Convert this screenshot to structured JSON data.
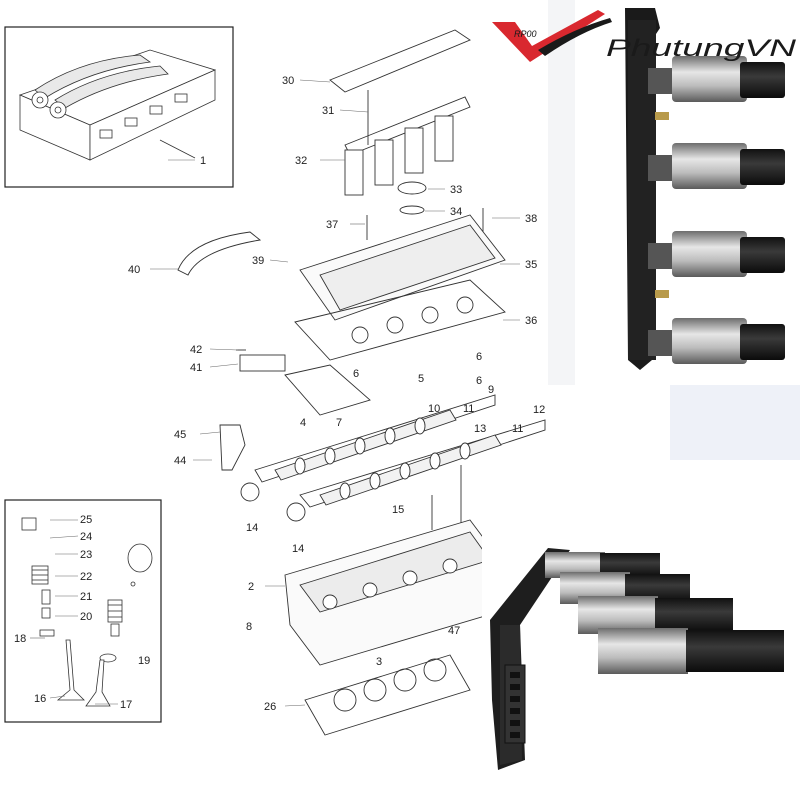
{
  "brand": {
    "badge": "RP00",
    "name": "PhutungVN",
    "accent_color": "#d9282f",
    "text_color": "#1a1a1a"
  },
  "part_numbers": [
    "1",
    "2",
    "3",
    "4",
    "5",
    "6",
    "6",
    "6",
    "7",
    "8",
    "9",
    "10",
    "11",
    "11",
    "12",
    "13",
    "14",
    "14",
    "15",
    "16",
    "17",
    "18",
    "19",
    "20",
    "21",
    "22",
    "23",
    "24",
    "25",
    "26",
    "30",
    "31",
    "32",
    "33",
    "34",
    "35",
    "36",
    "37",
    "38",
    "39",
    "40",
    "41",
    "42",
    "44",
    "45",
    "47"
  ],
  "icons": {
    "inset_top": "cylinder-head-assembly-icon",
    "inset_bottom": "valve-train-parts-icon",
    "photo_top": "ignition-coil-pack-side-view",
    "photo_bottom": "ignition-coil-pack-angled-view"
  }
}
